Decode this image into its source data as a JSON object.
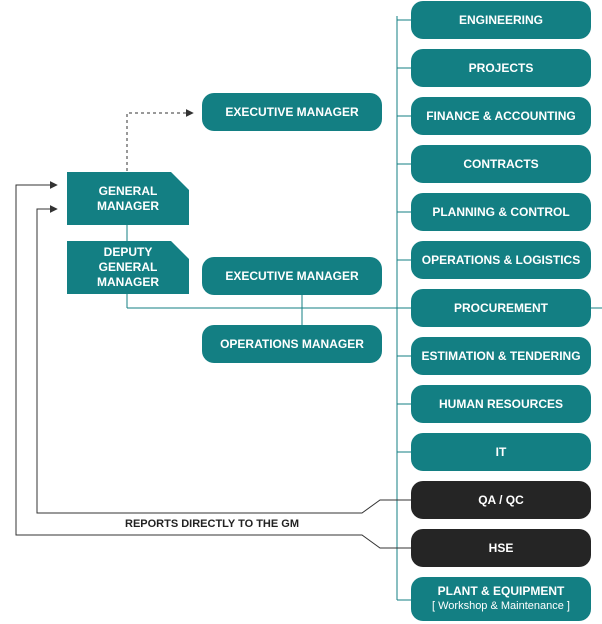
{
  "colors": {
    "teal": "#137f83",
    "dark": "#252525",
    "line": "#137f83",
    "arrow": "#333333"
  },
  "left": {
    "general_manager": "GENERAL\nMANAGER",
    "deputy_general_manager": "DEPUTY\nGENERAL MANAGER"
  },
  "middle": {
    "executive_manager_top": "EXECUTIVE MANAGER",
    "executive_manager_mid": "EXECUTIVE MANAGER",
    "operations_manager": "OPERATIONS MANAGER"
  },
  "departments": [
    "ENGINEERING",
    "PROJECTS",
    "FINANCE & ACCOUNTING",
    "CONTRACTS",
    "PLANNING & CONTROL",
    "OPERATIONS & LOGISTICS",
    "PROCUREMENT",
    "ESTIMATION & TENDERING",
    "HUMAN RESOURCES",
    "IT",
    "QA / QC",
    "HSE",
    "PLANT & EQUIPMENT"
  ],
  "plant_subtitle": "[ Workshop & Maintenance ]",
  "reports_note": "REPORTS DIRECTLY TO THE GM"
}
